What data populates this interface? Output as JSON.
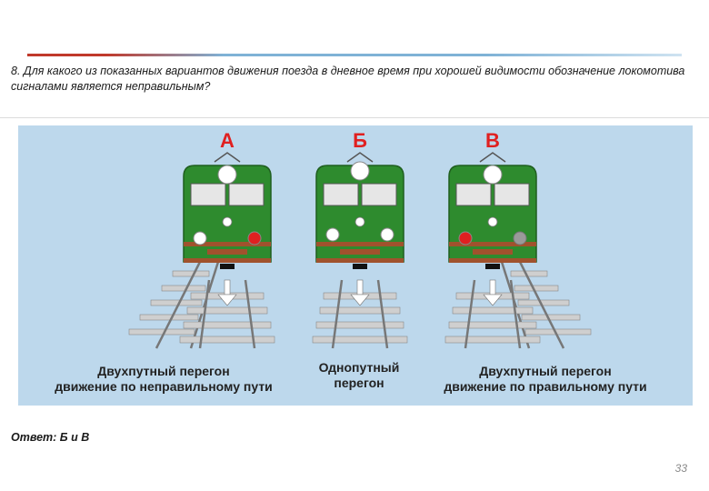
{
  "question": "8. Для какого из показанных вариантов движения поезда в дневное время при хорошей видимости обозначение локомотива сигналами является неправильным?",
  "variants": [
    {
      "letter": "А",
      "caption_line1": "Двухпутный перегон",
      "caption_line2": "движение по неправильному пути",
      "lights": {
        "left": "white",
        "right": "red",
        "top": "white"
      }
    },
    {
      "letter": "Б",
      "caption_line1": "Однопутный",
      "caption_line2": "перегон",
      "lights": {
        "left": "white",
        "right": "white",
        "top": "white"
      }
    },
    {
      "letter": "В",
      "caption_line1": "Двухпутный перегон",
      "caption_line2": "движение по правильному пути",
      "lights": {
        "left": "red",
        "right": "gray",
        "top": "white"
      }
    }
  ],
  "answer": "Ответ: Б и В",
  "page_number": "33",
  "colors": {
    "loco_green": "#2e8b2e",
    "signal_red": "#e02020",
    "panel_bg": "#bdd8ec"
  }
}
